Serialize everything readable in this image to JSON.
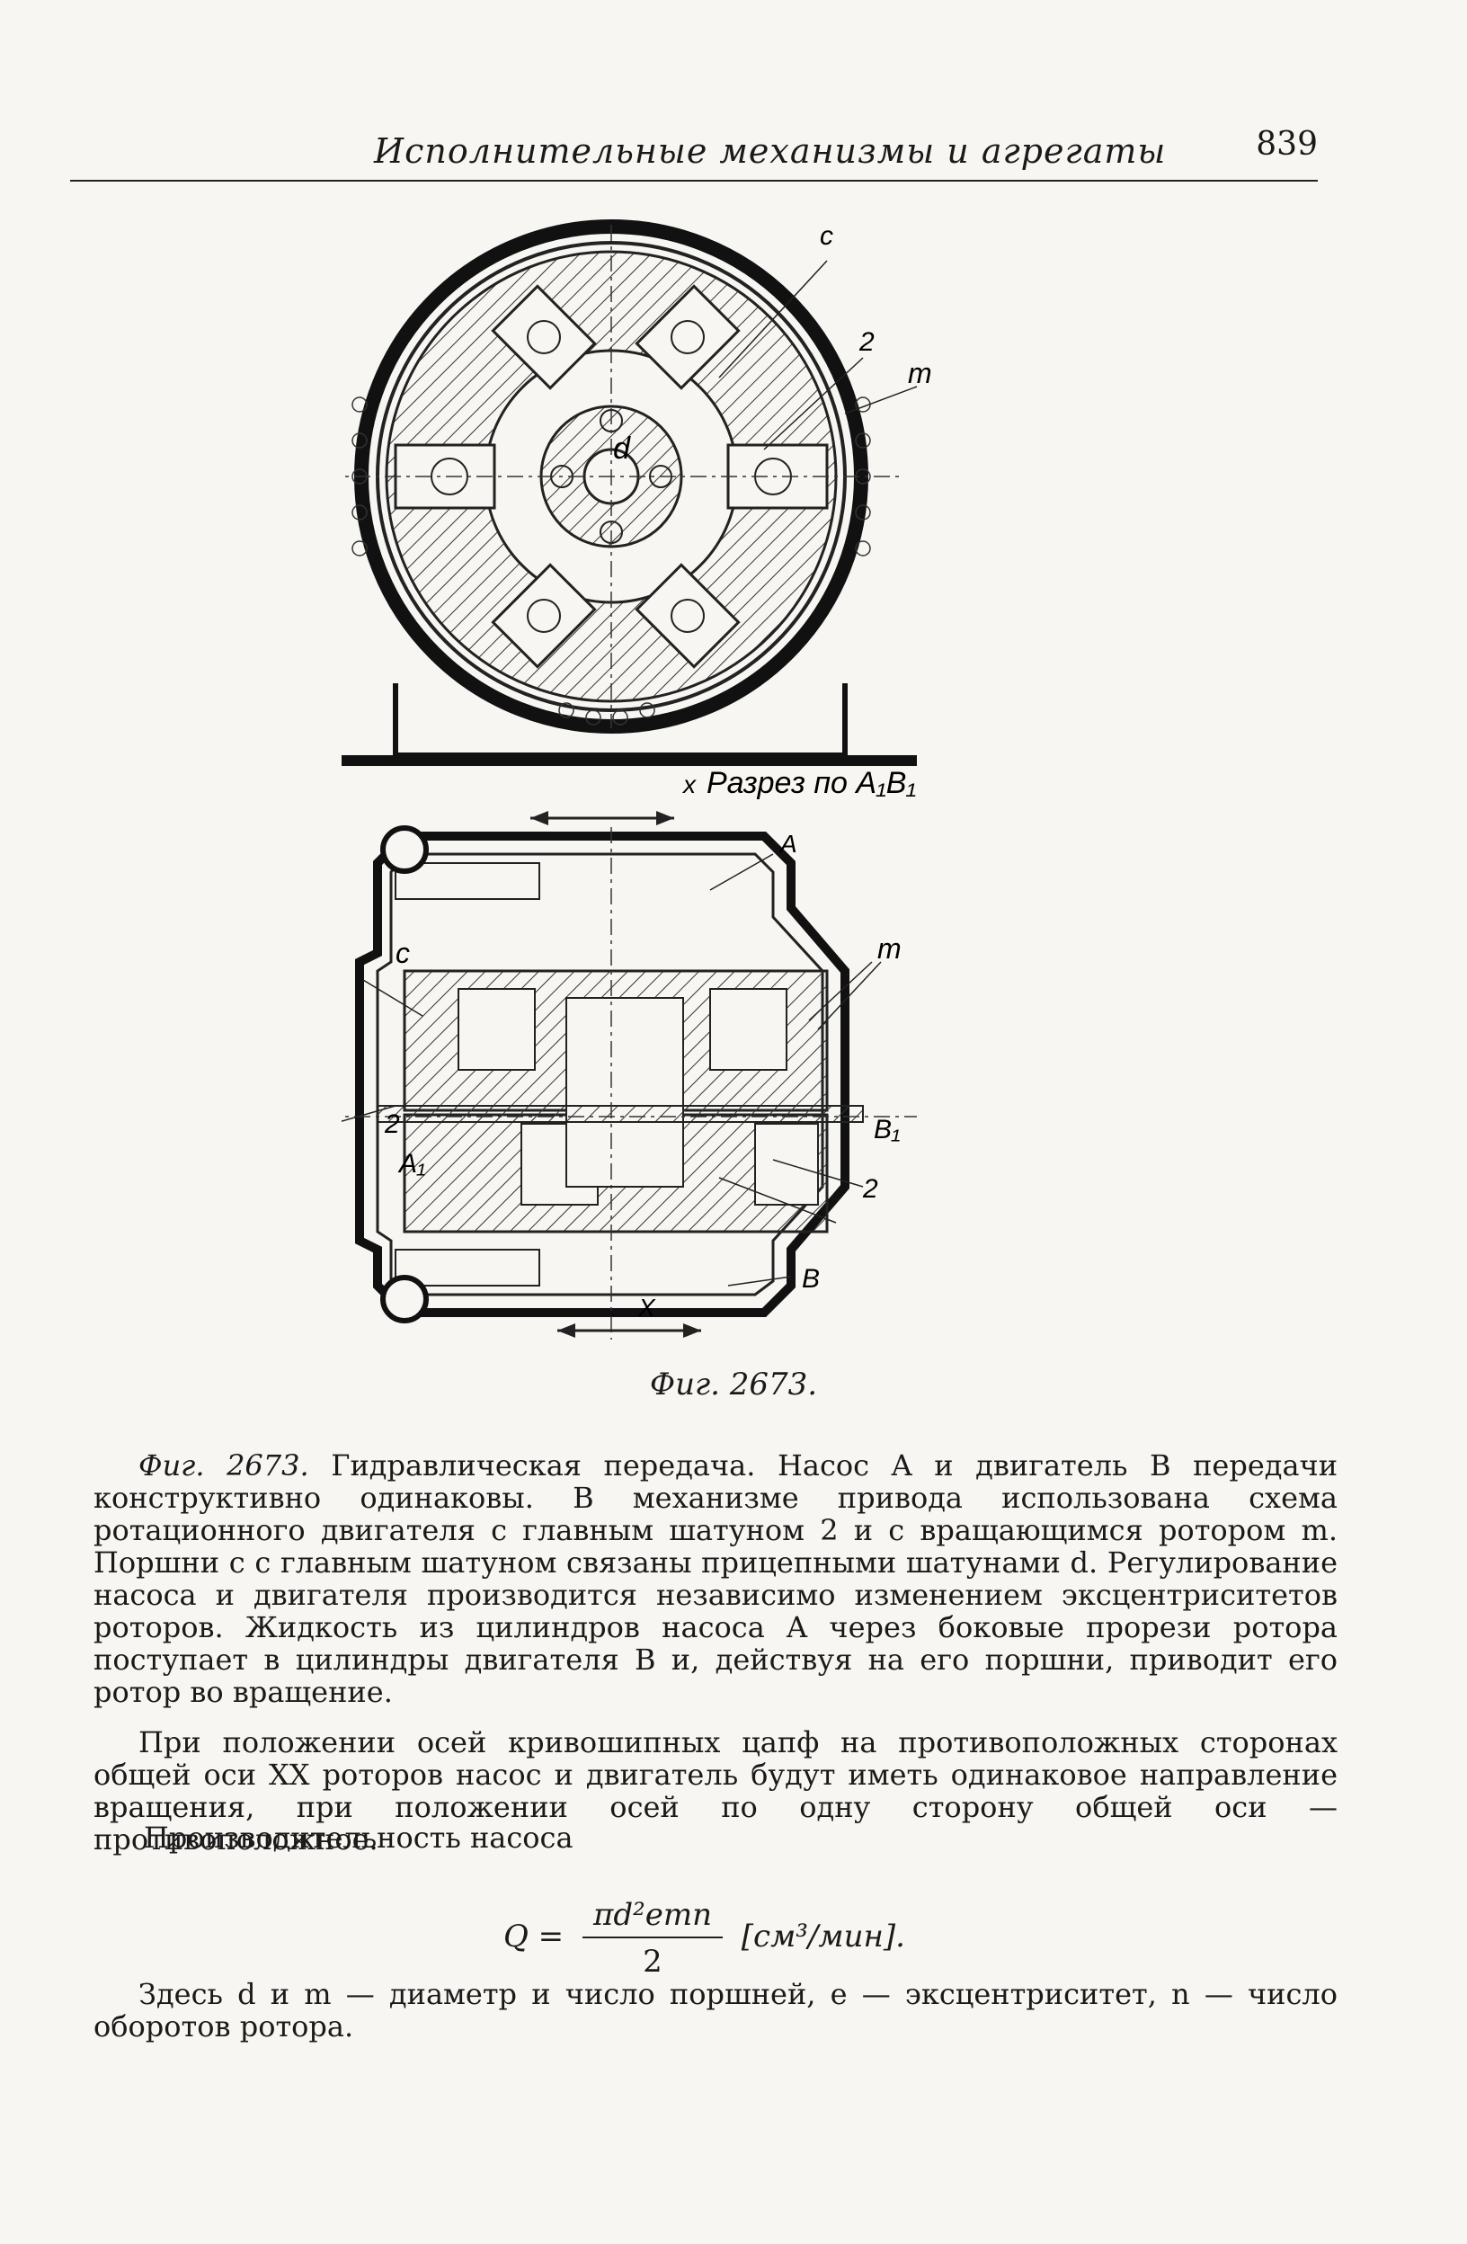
{
  "header": {
    "running_title": "Исполнительные механизмы и агрегаты",
    "page_number": "839"
  },
  "figure": {
    "labels": {
      "c_top": "c",
      "two_top": "2",
      "m_top": "m",
      "d": "d",
      "x_top": "x",
      "section": "Разрез по A₁B₁",
      "A": "A",
      "c_side": "c",
      "m_side": "m",
      "two_left": "2",
      "A1": "A₁",
      "B1": "B₁",
      "two_right": "2",
      "B": "B",
      "x_bottom": "X"
    },
    "caption": "Фиг. 2673."
  },
  "body": {
    "p1_ref": "Фиг. 2673.",
    "p1": "Гидравлическая передача. Насос A и двигатель B передачи конструктивно одинаковы. В механизме привода использована схема ротационного двигателя с главным шатуном 2 и с вращающимся ротором m. Поршни c с главным шатуном связаны прицепными шатунами d. Регулирование насоса и двигателя производится независимо изменением эксцентриситетов роторов. Жидкость из цилиндров насоса A через боковые прорези ротора поступает в цилиндры двигателя B и, действуя на его поршни, приводит его ротор во вращение.",
    "p2": "При положении осей кривошипных цапф на противоположных сторонах общей оси XX роторов насос и двигатель будут иметь одинаковое направление вращения, при положении осей по одну сторону общей оси — противоположное.",
    "p3": "Производительность насоса",
    "formula": {
      "lhs": "Q =",
      "numerator": "πd²emn",
      "denominator": "2",
      "units": "[см³/мин]."
    },
    "p4": "Здесь d и m — диаметр и число поршней, e — эксцентриситет, n — число оборотов ротора."
  }
}
